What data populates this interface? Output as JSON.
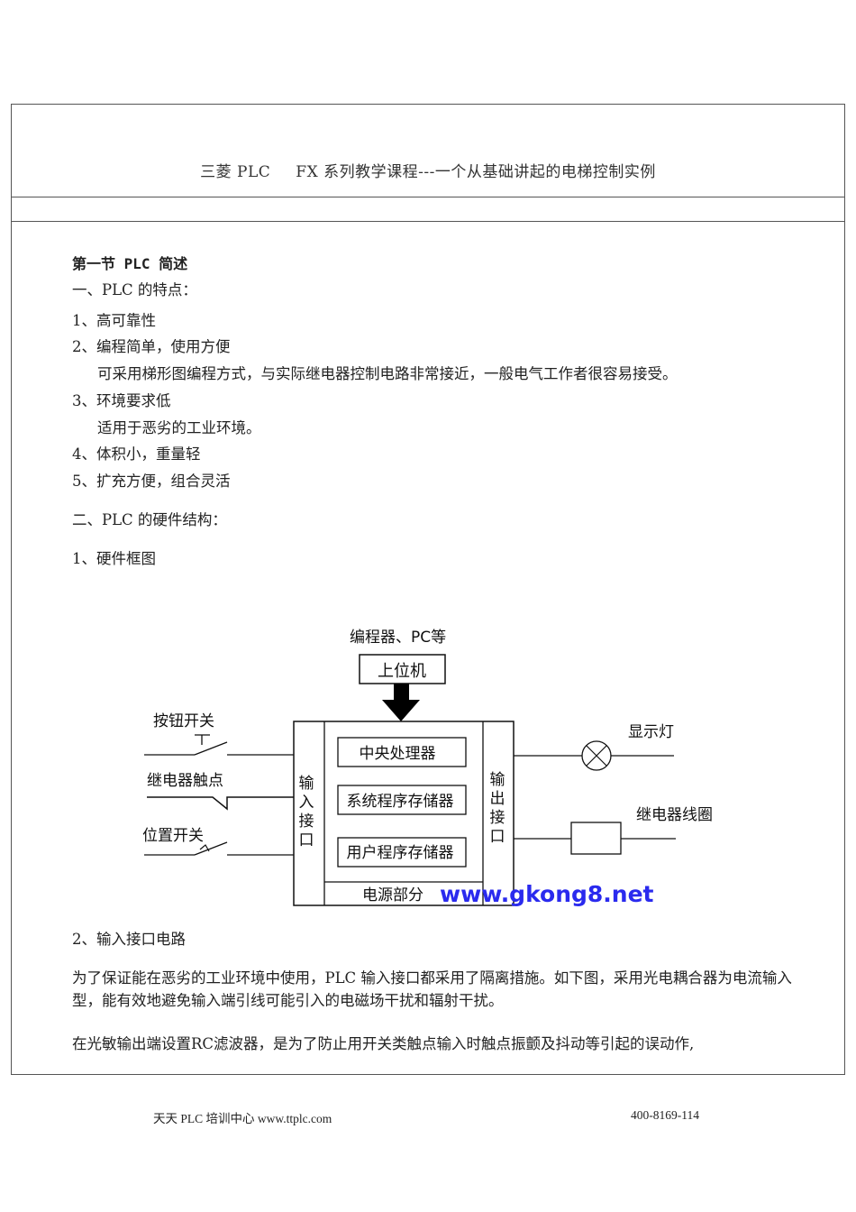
{
  "header": {
    "title_a": "三菱 PLC",
    "title_b": "FX 系列教学课程---一个从基础讲起的电梯控制实例"
  },
  "content": {
    "section_title": "第一节  PLC 简述",
    "h1": "一、PLC 的特点：",
    "i1": "1、高可靠性",
    "i2": "2、编程简单，使用方便",
    "i2_desc": "可采用梯形图编程方式，与实际继电器控制电路非常接近，一般电气工作者很容易接受。",
    "i3": "3、环境要求低",
    "i3_desc": "适用于恶劣的工业环境。",
    "i4": "4、体积小，重量轻",
    "i5": "5、扩充方便，组合灵活",
    "h2": "二、PLC 的硬件结构：",
    "hw1": "1、硬件框图",
    "hw2": "2、输入接口电路",
    "p1": "为了保证能在恶劣的工业环境中使用，PLC 输入接口都采用了隔离措施。如下图，采用光电耦合器为电流输入型，能有效地避免输入端引线可能引入的电磁场干扰和辐射干扰。",
    "p2": "在光敏输出端设置RC滤波器，是为了防止用开关类触点输入时触点振颤及抖动等引起的误动作,"
  },
  "diagram": {
    "programmer": "编程器、PC等",
    "upper": "上位机",
    "button_switch": "按钮开关",
    "relay_contact": "继电器触点",
    "position_switch": "位置开关",
    "input_interface": [
      "输",
      "入",
      "接",
      "口"
    ],
    "cpu": "中央处理器",
    "sys_mem": "系统程序存储器",
    "user_mem": "用户程序存储器",
    "power": "电源部分",
    "output_interface": [
      "输",
      "出",
      "接",
      "口"
    ],
    "lamp": "显示灯",
    "relay_coil": "继电器线圈",
    "watermark": "www.gkong8.net",
    "watermark_color": "#2a2aee"
  },
  "footer": {
    "left": "天天 PLC 培训中心 www.ttplc.com",
    "right": "400-8169-114"
  }
}
